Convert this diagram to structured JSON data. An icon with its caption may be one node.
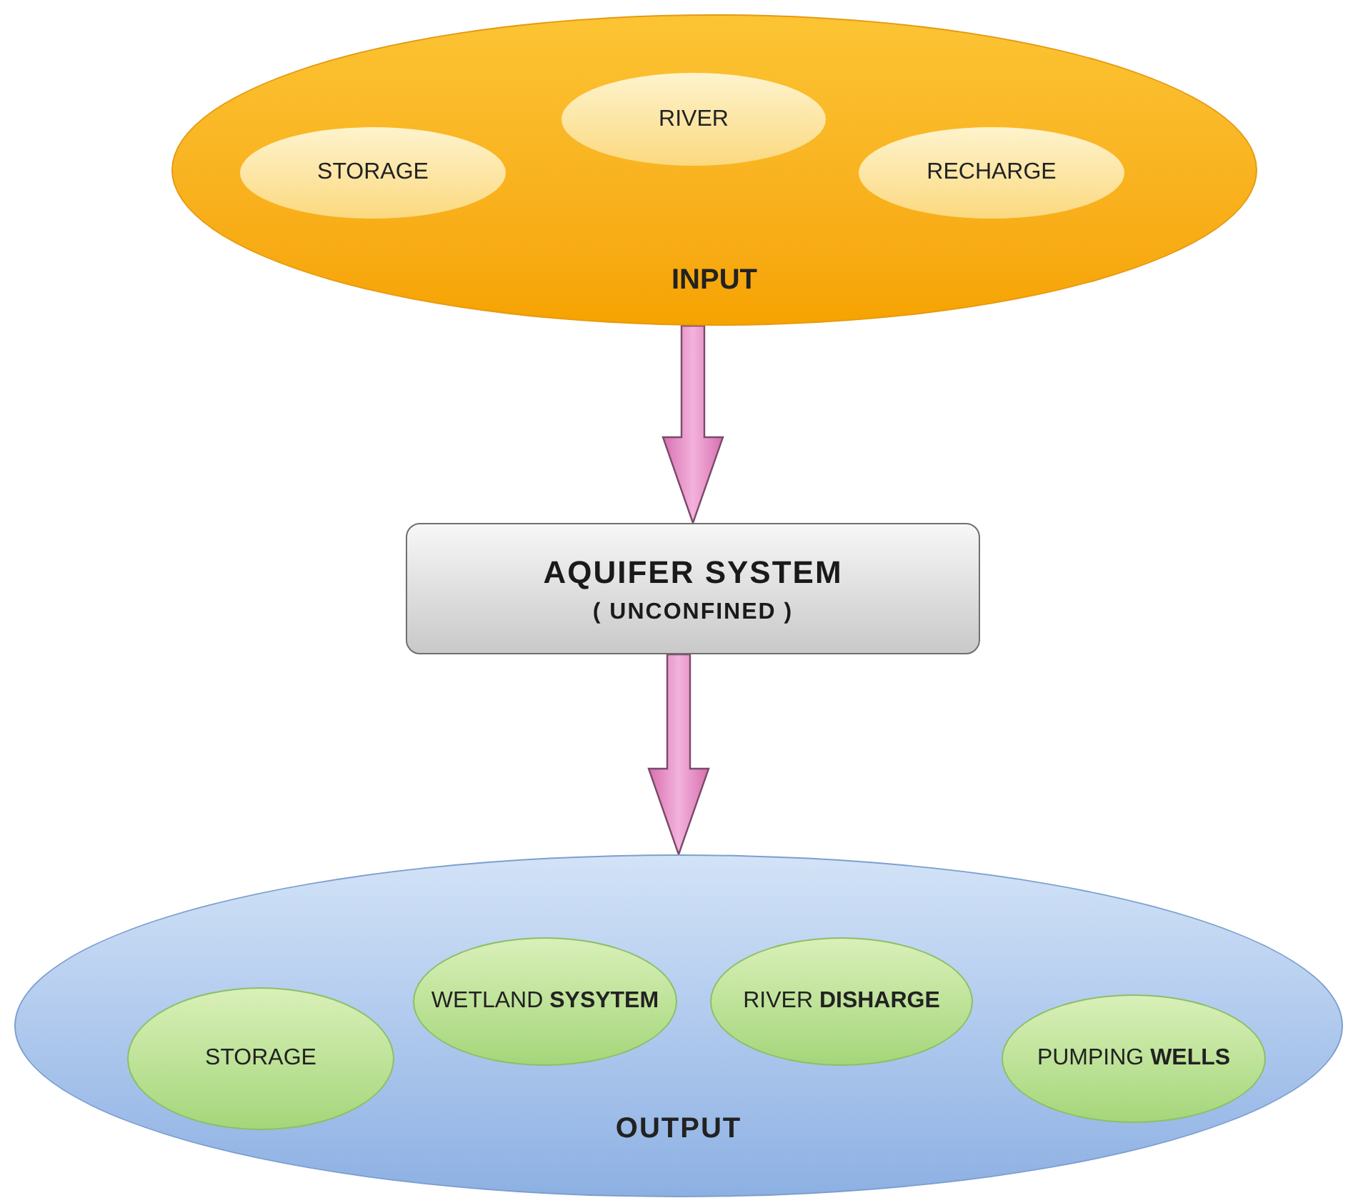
{
  "diagram": {
    "nodes": [
      {
        "text": [
          "INPUT"
        ]
      },
      {
        "text": [
          "STORAGE"
        ],
        "in": 0
      },
      {
        "text": [
          "RIVER"
        ],
        "in": 0
      },
      {
        "text": [
          "RECHARGE"
        ],
        "in": 0
      },
      {
        "text": [
          "AQUIFER SYSTEM",
          "( UNCONFINED )"
        ]
      },
      {
        "text": [
          "OUTPUT"
        ]
      },
      {
        "text": [
          "STORAGE"
        ],
        "in": 5
      },
      {
        "text": [
          "WETLAND **SYSYTEM**"
        ],
        "in": 5
      },
      {
        "text": [
          "RIVER **DISHARGE**"
        ],
        "in": 5
      },
      {
        "text": [
          "PUMPING **WELLS**"
        ],
        "in": 5
      }
    ],
    "edges": [
      {
        "from": 0,
        "to": 4,
        "arrow": "to",
        "style": "thick"
      },
      {
        "from": 4,
        "to": 5,
        "arrow": "to",
        "style": "thick"
      }
    ]
  }
}
